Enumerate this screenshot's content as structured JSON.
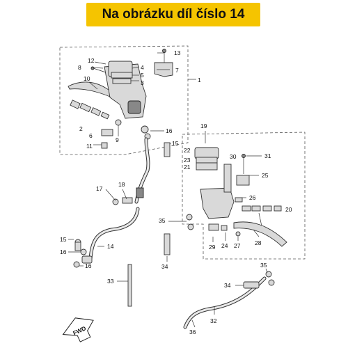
{
  "banner": {
    "text": "Na obrázku díl číslo 14"
  },
  "callouts": {
    "c1": "1",
    "c2": "2",
    "c3": "3",
    "c4": "4",
    "c5": "5",
    "c6": "6",
    "c7": "7",
    "c8": "8",
    "c9": "9",
    "c10": "10",
    "c11": "11",
    "c12": "12",
    "c13": "13",
    "c14": "14",
    "c15a": "15",
    "c15b": "15",
    "c16a": "16",
    "c16b": "16",
    "c16c": "16",
    "c17": "17",
    "c18": "18",
    "c19": "19",
    "c20": "20",
    "c21": "21",
    "c22": "22",
    "c23": "23",
    "c24": "24",
    "c25": "25",
    "c26": "26",
    "c27": "27",
    "c28": "28",
    "c29": "29",
    "c30": "30",
    "c31": "31",
    "c32": "32",
    "c33": "33",
    "c34a": "34",
    "c34b": "34",
    "c35a": "35",
    "c35b": "35",
    "c36": "36"
  },
  "fwd_label": "FWD"
}
